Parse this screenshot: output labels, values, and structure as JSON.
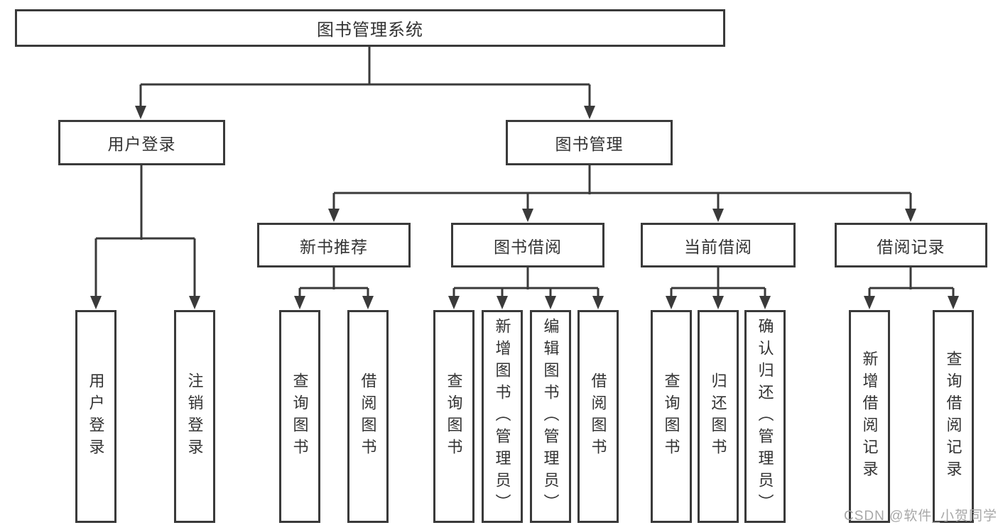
{
  "diagram_type": "hierarchy-tree",
  "tree": {
    "label": "图书管理系统",
    "children": [
      {
        "label": "用户登录",
        "children": [
          {
            "label": "用户登录"
          },
          {
            "label": "注销登录"
          }
        ]
      },
      {
        "label": "图书管理",
        "children": [
          {
            "label": "新书推荐",
            "children": [
              {
                "label": "查询图书"
              },
              {
                "label": "借阅图书"
              }
            ]
          },
          {
            "label": "图书借阅",
            "children": [
              {
                "label": "查询图书"
              },
              {
                "label": "新增图书（管理员）"
              },
              {
                "label": "编辑图书（管理员）"
              },
              {
                "label": "借阅图书"
              }
            ]
          },
          {
            "label": "当前借阅",
            "children": [
              {
                "label": "查询图书"
              },
              {
                "label": "归还图书"
              },
              {
                "label": "确认归还（管理员）"
              }
            ]
          },
          {
            "label": "借阅记录",
            "children": [
              {
                "label": "新增借阅记录"
              },
              {
                "label": "查询借阅记录"
              }
            ]
          }
        ]
      }
    ]
  },
  "watermark": {
    "text": "CSDN @软件_小贺同学"
  },
  "colors": {
    "line": "#3a3a3a",
    "box_border": "#3a3a3a",
    "box_fill": "#ffffff",
    "text": "#333333",
    "watermark": "#a8a8a8",
    "background": "#ffffff"
  }
}
